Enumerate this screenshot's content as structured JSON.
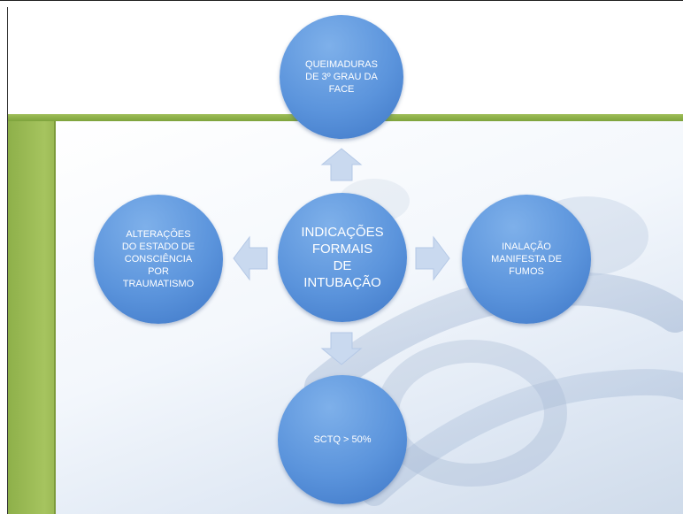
{
  "diagram": {
    "center": "INDICAÇÕES FORMAIS DE INTUBAÇÃO",
    "center_lines": [
      "INDICAÇÕES",
      "FORMAIS",
      "DE",
      "INTUBAÇÃO"
    ],
    "top": "QUEIMADURAS DE 3º GRAU DA FACE",
    "top_lines": [
      "QUEIMADURAS",
      "DE 3º GRAU DA",
      "FACE"
    ],
    "left": "ALTERAÇÕES DO ESTADO DE CONSCIÊNCIA POR TRAUMATISMO",
    "left_lines": [
      "ALTERAÇÕES",
      "DO ESTADO DE",
      "CONSCIÊNCIA",
      "POR",
      "TRAUMATISMO"
    ],
    "right": "INALAÇÃO MANIFESTA DE FUMOS",
    "right_lines": [
      "INALAÇÃO",
      "MANIFESTA DE",
      "FUMOS"
    ],
    "bottom": "SCTQ > 50%",
    "bottom_lines": [
      "SCTQ > 50%"
    ]
  },
  "colors": {
    "node_fill": "#5b94dc",
    "arrow_fill": "#c9d9ef",
    "accent_green": "#8eb04a"
  }
}
